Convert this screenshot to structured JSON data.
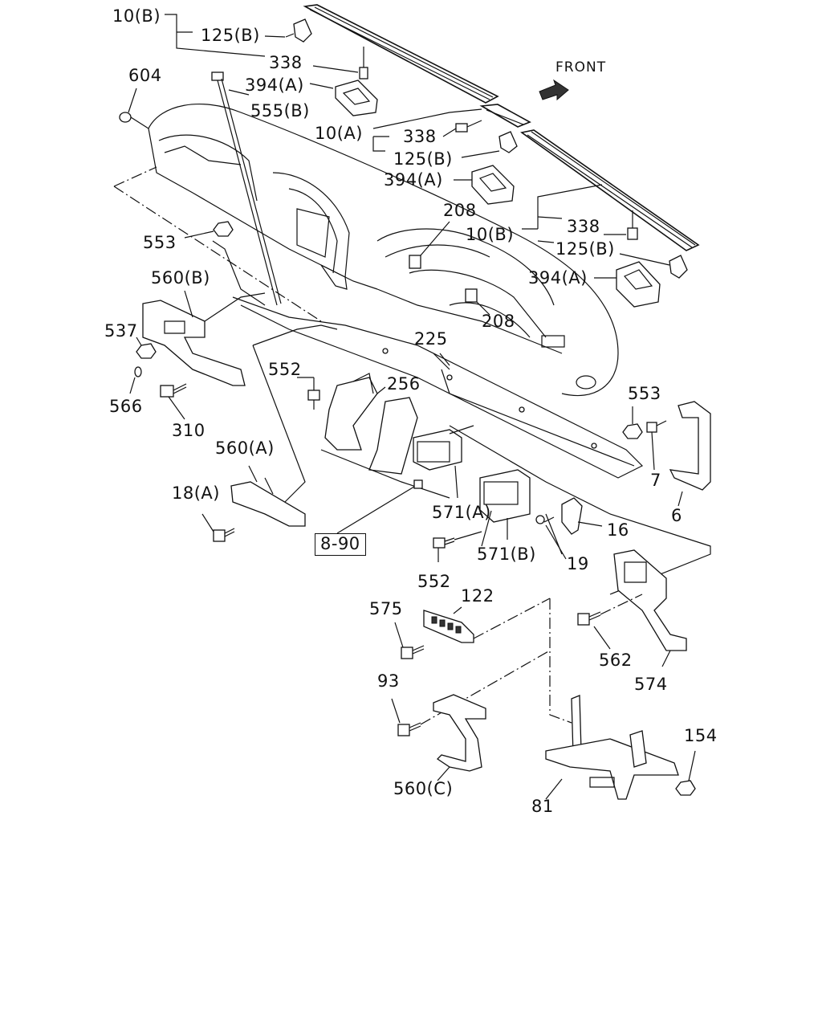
{
  "diagram": {
    "front_label": "FRONT",
    "reference_box": "8-90",
    "callouts": {
      "c10b_top": "10(B)",
      "c125b_top": "125(B)",
      "c338_top": "338",
      "c604": "604",
      "c394a_top": "394(A)",
      "c555b": "555(B)",
      "c10a": "10(A)",
      "c338_mid": "338",
      "c125b_mid": "125(B)",
      "c394a_mid": "394(A)",
      "c208_top": "208",
      "c10b_right": "10(B)",
      "c338_right": "338",
      "c125b_right": "125(B)",
      "c394a_right": "394(A)",
      "c553_left": "553",
      "c560b": "560(B)",
      "c208_low": "208",
      "c537": "537",
      "c225": "225",
      "c552_upper": "552",
      "c256": "256",
      "c553_right": "553",
      "c566": "566",
      "c310": "310",
      "c560a": "560(A)",
      "c7": "7",
      "c18a": "18(A)",
      "c6": "6",
      "c571a": "571(A)",
      "c16": "16",
      "c571b": "571(B)",
      "c19": "19",
      "c552_lower": "552",
      "c122": "122",
      "c575": "575",
      "c562": "562",
      "c574": "574",
      "c93": "93",
      "c154": "154",
      "c560c": "560(C)",
      "c81": "81"
    }
  }
}
